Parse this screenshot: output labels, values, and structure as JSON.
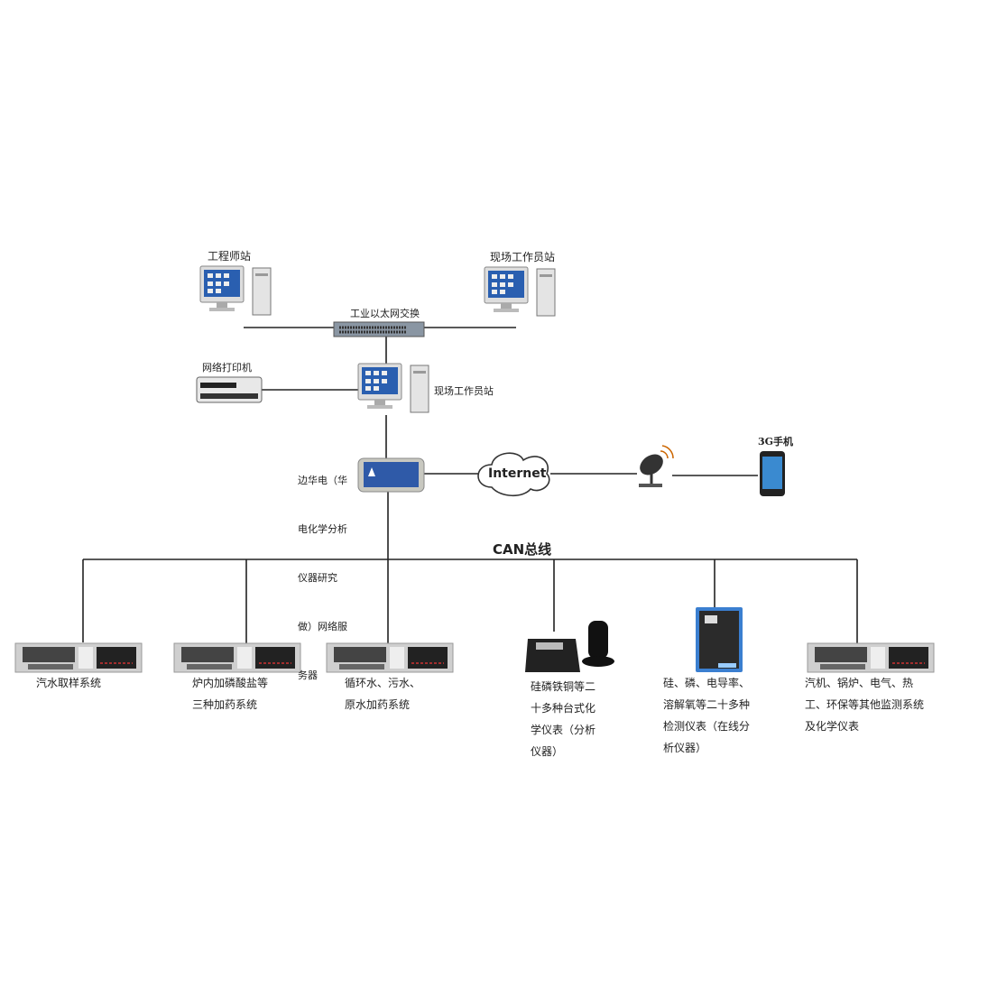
{
  "nodes": {
    "engineer_station": "工程师站",
    "field_station_top": "现场工作员站",
    "switch": "工业以太网交换",
    "printer": "网络打印机",
    "field_station_mid": "现场工作员站",
    "server_label": [
      "边华电（华",
      "电化学分析",
      "仪器研究",
      "做）网络服",
      "务器"
    ],
    "internet": "Internet",
    "phone": "3G手机",
    "bus": "CAN总线"
  },
  "devices": [
    {
      "label": [
        "汽水取样系统"
      ],
      "icon": "rack-server"
    },
    {
      "label": [
        "炉内加磷酸盐等",
        "三种加药系统"
      ],
      "icon": "rack-server"
    },
    {
      "label": [
        "循环水、污水、",
        "原水加药系统"
      ],
      "icon": "rack-server"
    },
    {
      "label": [
        "硅磷铁铜等二",
        "十多种台式化",
        "学仪表（分析",
        "仪器）"
      ],
      "icon": "benchtop-meter"
    },
    {
      "label": [
        "硅、磷、电导率、",
        "溶解氧等二十多种",
        "检测仪表（在线分",
        "析仪器）"
      ],
      "icon": "online-analyzer"
    },
    {
      "label": [
        "汽机、锅炉、电气、热",
        "工、环保等其他监测系统",
        "及化学仪表"
      ],
      "icon": "rack-server"
    }
  ],
  "colors": {
    "screen": "#2a5fb0",
    "server_panel": "#2f5aa8",
    "analyzer": "#3b7fd0"
  }
}
